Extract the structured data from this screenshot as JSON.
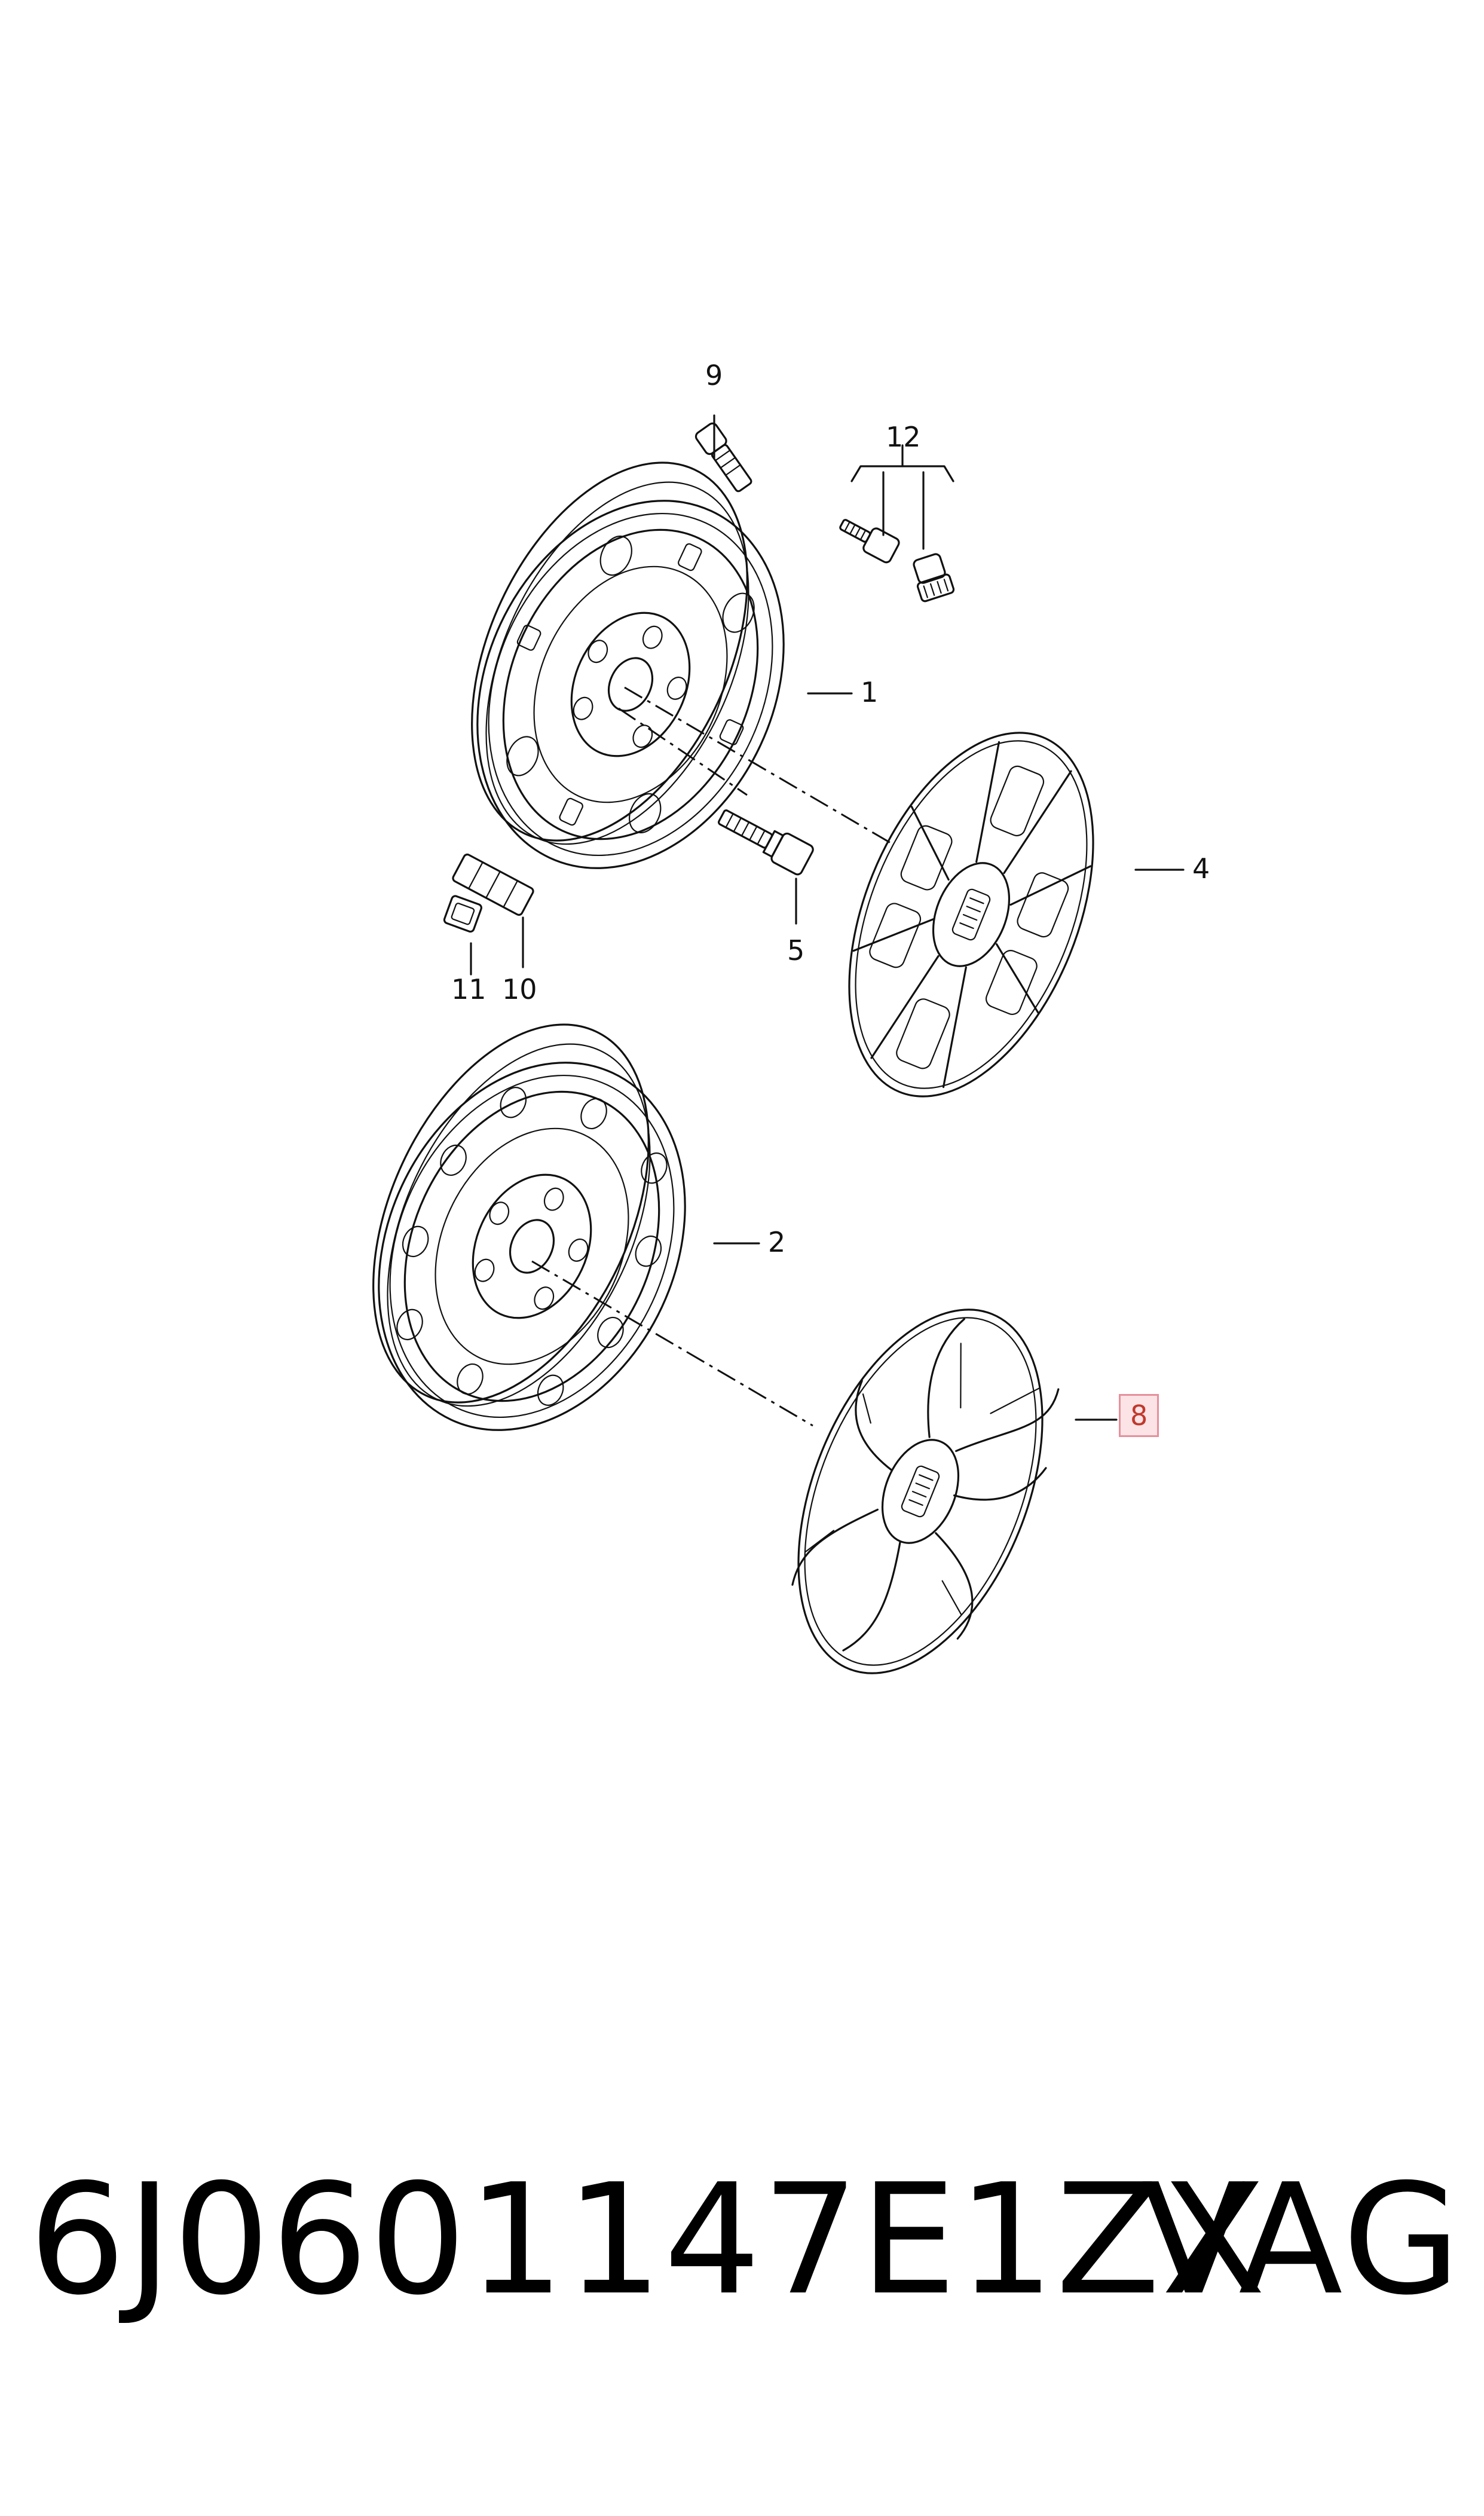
{
  "diagram": {
    "callouts": [
      {
        "id": "1",
        "label": "1",
        "highlight": false
      },
      {
        "id": "2",
        "label": "2",
        "highlight": false
      },
      {
        "id": "4",
        "label": "4",
        "highlight": false
      },
      {
        "id": "5",
        "label": "5",
        "highlight": false
      },
      {
        "id": "8",
        "label": "8",
        "highlight": true
      },
      {
        "id": "9",
        "label": "9",
        "highlight": false
      },
      {
        "id": "10",
        "label": "10",
        "highlight": false
      },
      {
        "id": "11",
        "label": "11",
        "highlight": false
      },
      {
        "id": "12",
        "label": "12",
        "highlight": false
      }
    ],
    "highlight_color": "#c0392b",
    "highlight_background": "#fbe3e6"
  },
  "footer": {
    "part_number": "6J0601147E1ZX",
    "brand": "VAG"
  }
}
